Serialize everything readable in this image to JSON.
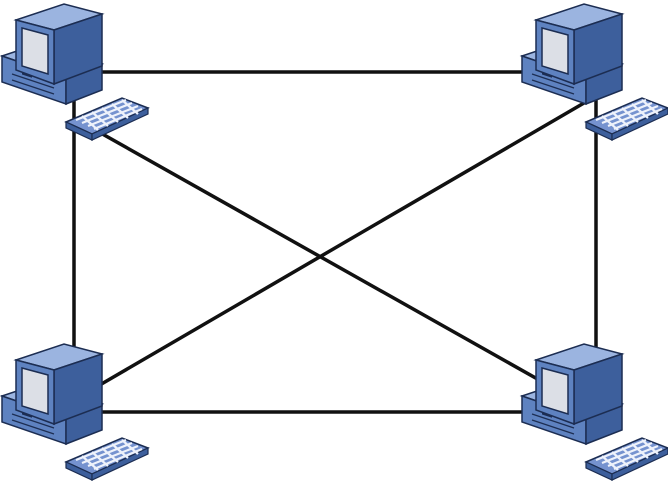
{
  "diagram": {
    "type": "full-mesh-network",
    "nodes": [
      {
        "id": "computer-top-left",
        "icon": "desktop-computer-icon"
      },
      {
        "id": "computer-top-right",
        "icon": "desktop-computer-icon"
      },
      {
        "id": "computer-bottom-left",
        "icon": "desktop-computer-icon"
      },
      {
        "id": "computer-bottom-right",
        "icon": "desktop-computer-icon"
      }
    ],
    "links": [
      {
        "from": "computer-top-left",
        "to": "computer-top-right"
      },
      {
        "from": "computer-top-left",
        "to": "computer-bottom-left"
      },
      {
        "from": "computer-top-left",
        "to": "computer-bottom-right"
      },
      {
        "from": "computer-top-right",
        "to": "computer-bottom-left"
      },
      {
        "from": "computer-top-right",
        "to": "computer-bottom-right"
      },
      {
        "from": "computer-bottom-left",
        "to": "computer-bottom-right"
      }
    ],
    "colors": {
      "link": "#111111",
      "case_front": "#5e82c0",
      "case_top": "#9bb4e0",
      "case_side": "#3d5f9c",
      "outline": "#1c2d52",
      "screen": "#dcdfe6",
      "keyboard": "#7592cf",
      "keys": "#eef2fb"
    }
  }
}
